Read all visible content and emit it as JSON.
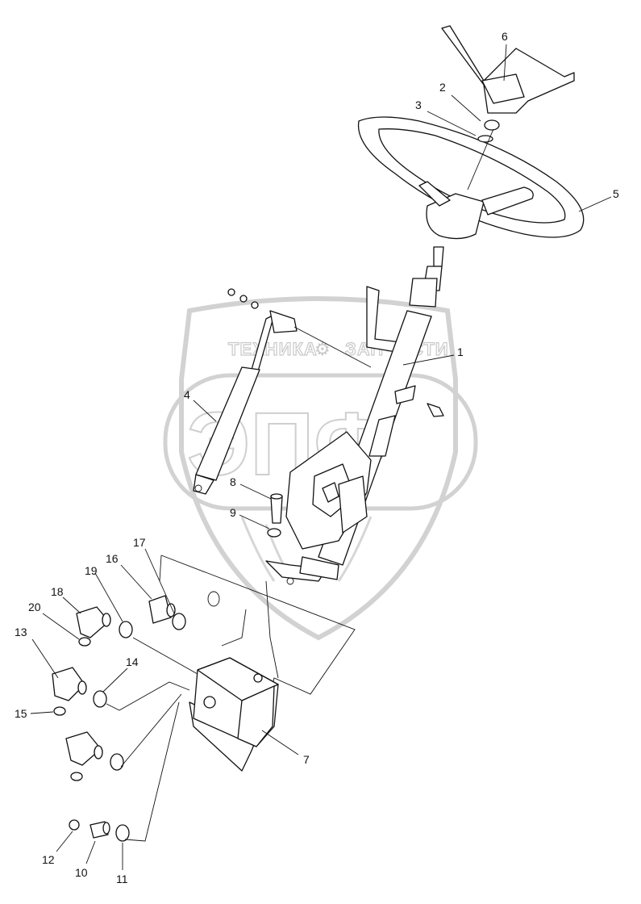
{
  "watermark": {
    "brand_left": "ТЕХНИКА",
    "brand_right": "ЗАПЧАСТИ",
    "logo_letters": "ЭПФ"
  },
  "callouts": [
    {
      "id": "1",
      "text": "1"
    },
    {
      "id": "2",
      "text": "2"
    },
    {
      "id": "3",
      "text": "3"
    },
    {
      "id": "4",
      "text": "4"
    },
    {
      "id": "5",
      "text": "5"
    },
    {
      "id": "6",
      "text": "6"
    },
    {
      "id": "7",
      "text": "7"
    },
    {
      "id": "8",
      "text": "8"
    },
    {
      "id": "9",
      "text": "9"
    },
    {
      "id": "10",
      "text": "10"
    },
    {
      "id": "11",
      "text": "11"
    },
    {
      "id": "12",
      "text": "12"
    },
    {
      "id": "13",
      "text": "13"
    },
    {
      "id": "14",
      "text": "14"
    },
    {
      "id": "15",
      "text": "15"
    },
    {
      "id": "16",
      "text": "16"
    },
    {
      "id": "17",
      "text": "17"
    },
    {
      "id": "18",
      "text": "18"
    },
    {
      "id": "19",
      "text": "19"
    },
    {
      "id": "20",
      "text": "20"
    }
  ]
}
